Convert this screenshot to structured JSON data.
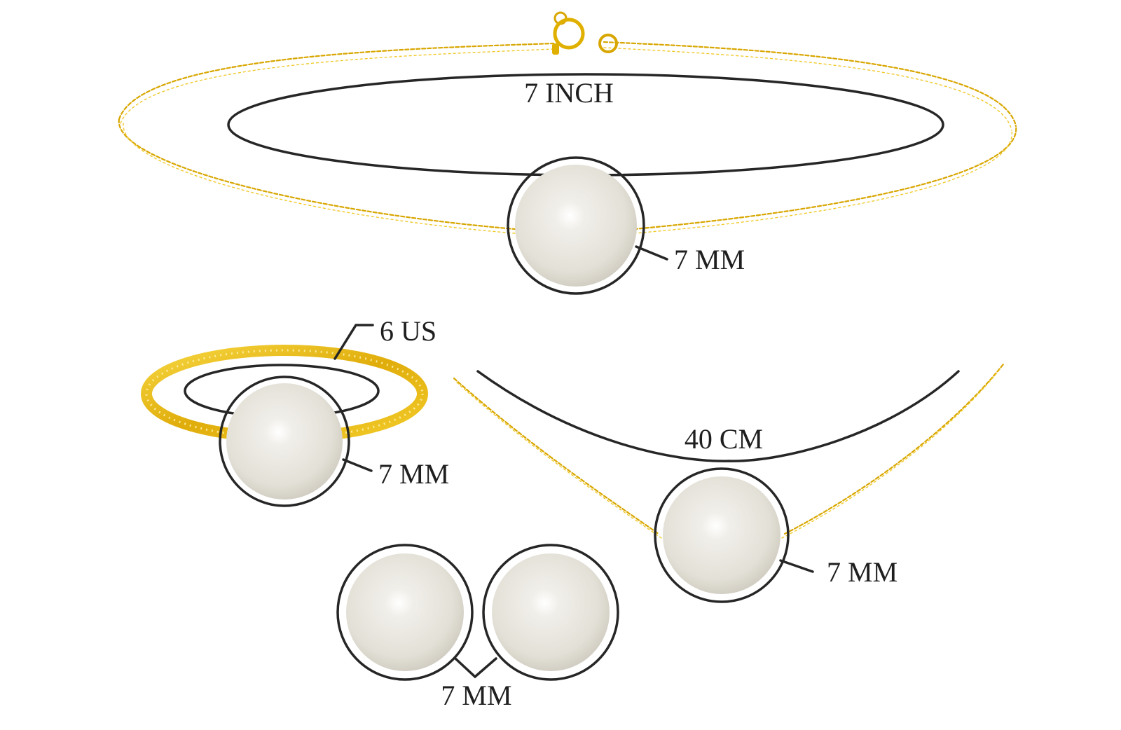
{
  "bracelet": {
    "length_label": "7 INCH",
    "pearl_label": "7 MM"
  },
  "ring": {
    "size_label": "6 US",
    "pearl_label": "7 MM"
  },
  "necklace": {
    "length_label": "40 CM",
    "pearl_label": "7 MM"
  },
  "earrings": {
    "pearl_label": "7 MM"
  },
  "colors": {
    "gold": "#d8a600",
    "gold_light": "#f3cf3a",
    "pearl": "#e7e4dc",
    "outline": "#262626"
  }
}
